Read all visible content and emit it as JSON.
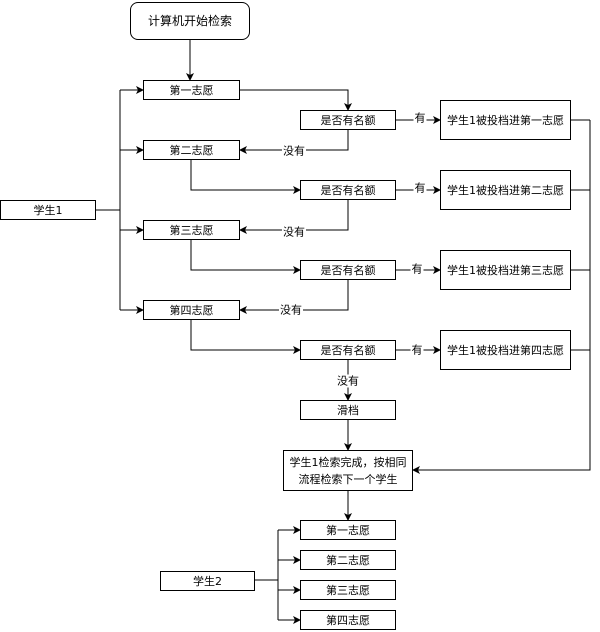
{
  "start": "计算机开始检索",
  "student1": "学生1",
  "student2": "学生2",
  "choices": [
    "第一志愿",
    "第二志愿",
    "第三志愿",
    "第四志愿"
  ],
  "question": "是否有名额",
  "results": [
    "学生1被投档进第一志愿",
    "学生1被投档进第二志愿",
    "学生1被投档进第三志愿",
    "学生1被投档进第四志愿"
  ],
  "yes": "有",
  "no": "没有",
  "slide": "滑档",
  "done": "学生1检索完成，按相同流程检索下一个学生",
  "student2_choices": [
    "第一志愿",
    "第二志愿",
    "第三志愿",
    "第四志愿"
  ]
}
